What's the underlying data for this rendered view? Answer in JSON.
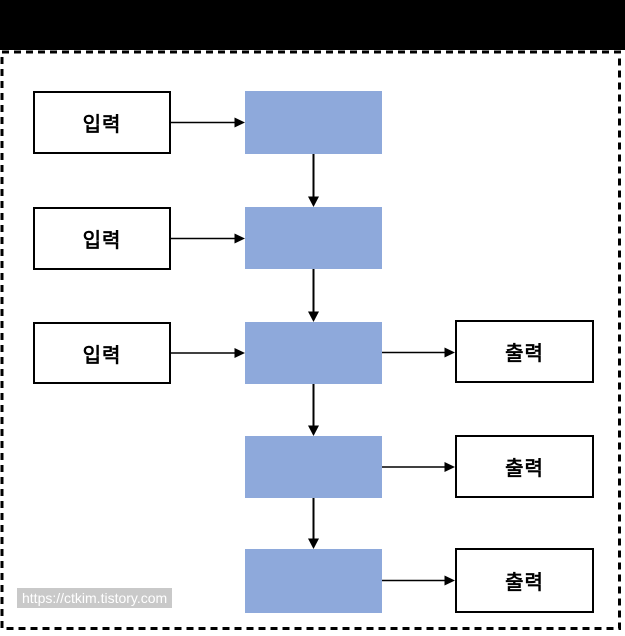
{
  "colors": {
    "top_band": "#000000",
    "canvas_background": "#ffffff",
    "process_fill": "#8EA9DB",
    "box_border": "#000000",
    "arrow": "#000000",
    "watermark_background": "#c9c9c9",
    "watermark_text": "#ffffff"
  },
  "watermark": {
    "text": "https://ctkim.tistory.com"
  },
  "diagram": {
    "type": "flowchart",
    "selection_border": "dashed",
    "input_boxes": [
      {
        "label": "입력"
      },
      {
        "label": "입력"
      },
      {
        "label": "입력"
      }
    ],
    "process_boxes": [
      {
        "label": ""
      },
      {
        "label": ""
      },
      {
        "label": ""
      },
      {
        "label": ""
      },
      {
        "label": ""
      }
    ],
    "output_boxes": [
      {
        "label": "출력"
      },
      {
        "label": "출력"
      },
      {
        "label": "출력"
      }
    ],
    "connections": [
      "input-1 -> process-1",
      "input-2 -> process-2",
      "input-3 -> process-3",
      "process-1 -> process-2",
      "process-2 -> process-3",
      "process-3 -> process-4",
      "process-4 -> process-5",
      "process-3 -> output-1",
      "process-4 -> output-2",
      "process-5 -> output-3"
    ]
  }
}
